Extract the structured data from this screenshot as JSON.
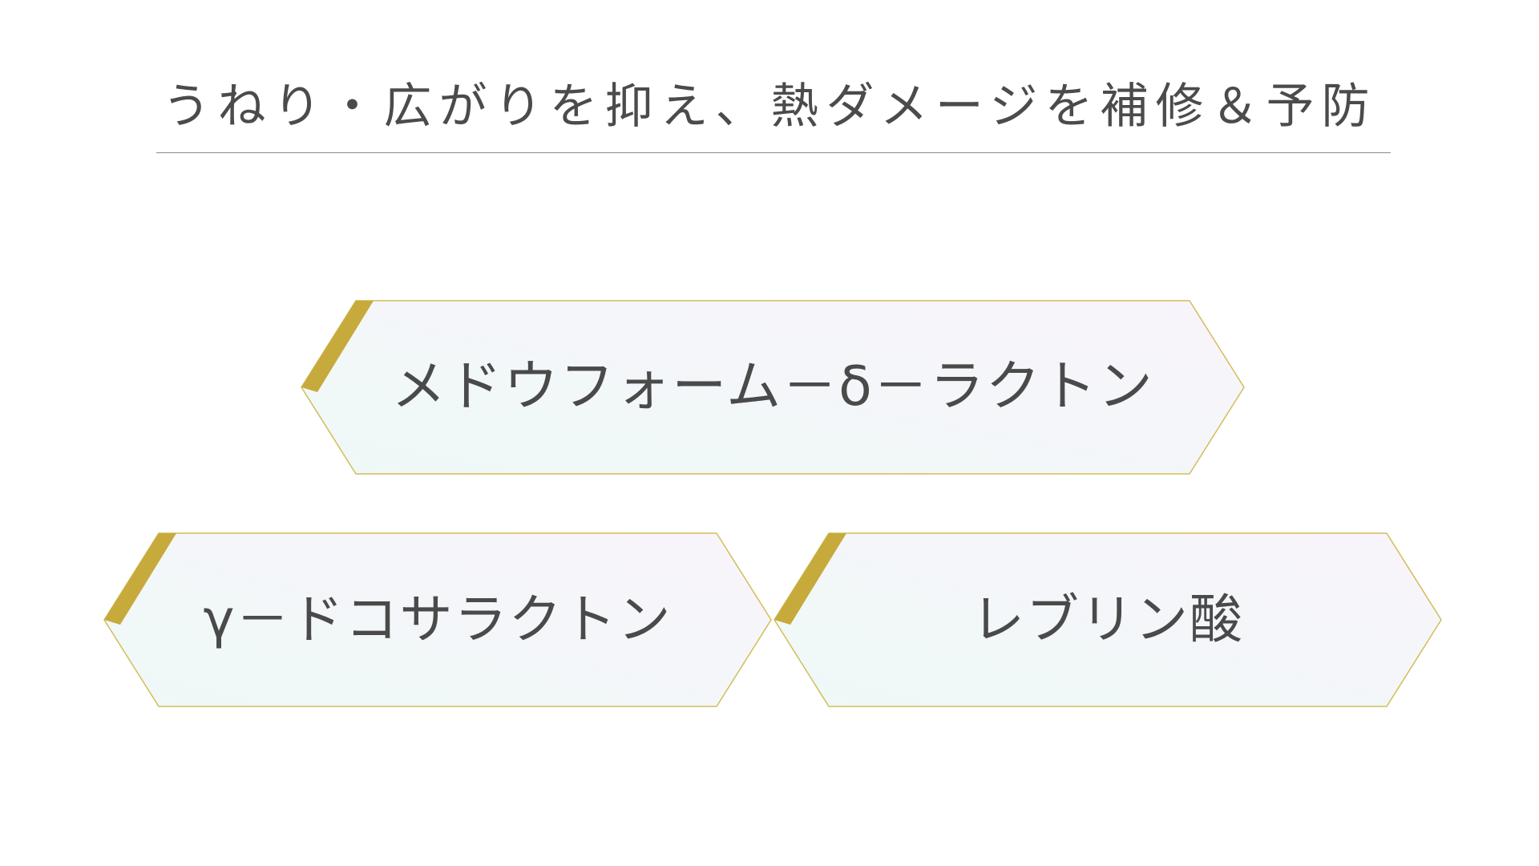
{
  "headline": "うねり・広がりを抑え、熱ダメージを補修＆予防",
  "colors": {
    "accent_gold": "#c6aa3c",
    "border_gold": "#d2bd5a",
    "text": "#4a4a4a",
    "fill_mint": "#eef9f7",
    "fill_lavender": "#f8f4fb"
  },
  "ingredients": [
    {
      "label": "メドウフォーム－δ－ラクトン"
    },
    {
      "label": "γ－ドコサラクトン"
    },
    {
      "label": "レブリン酸"
    }
  ]
}
